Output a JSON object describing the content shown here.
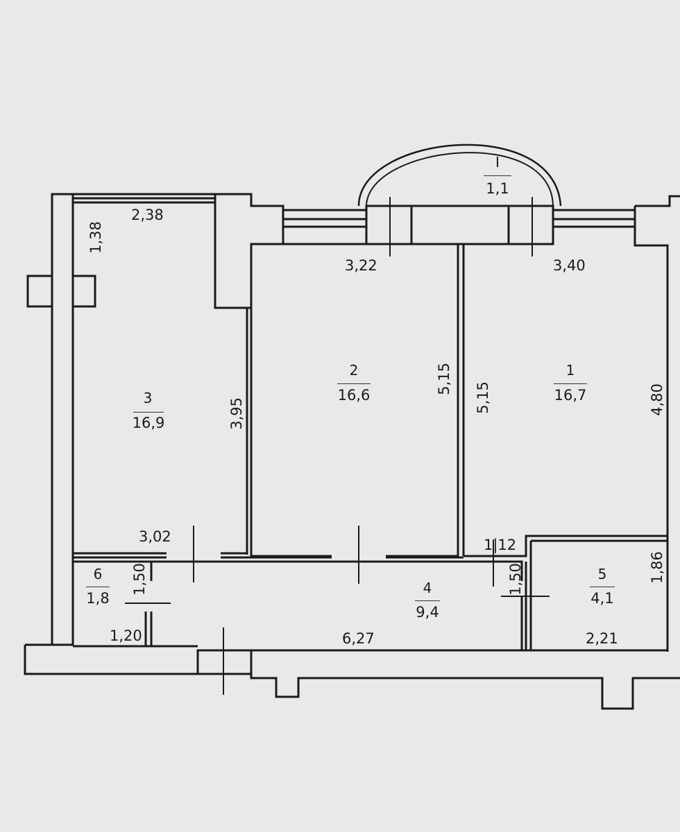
{
  "plan": {
    "colors": {
      "paper": "#e9e9e7",
      "wall": "#1a1a1a"
    },
    "rooms": [
      {
        "id": "1",
        "number": "1",
        "area": "16,7"
      },
      {
        "id": "2",
        "number": "2",
        "area": "16,6"
      },
      {
        "id": "3",
        "number": "3",
        "area": "16,9"
      },
      {
        "id": "4",
        "number": "4",
        "area": "9,4"
      },
      {
        "id": "5",
        "number": "5",
        "area": "4,1"
      },
      {
        "id": "6",
        "number": "6",
        "area": "1,8"
      },
      {
        "id": "balcony",
        "number": "I",
        "area": "1,1"
      }
    ],
    "dimensions": {
      "d_2_38": "2,38",
      "d_1_38": "1,38",
      "d_3_22": "3,22",
      "d_3_40": "3,40",
      "d_3_95": "3,95",
      "d_5_15_a": "5,15",
      "d_5_15_b": "5,15",
      "d_4_80": "4,80",
      "d_3_02": "3,02",
      "d_1_12": "1|12",
      "d_1_50_a": "1,50",
      "d_1_50_b": "1,50",
      "d_1_86": "1,86",
      "d_1_20": "1,20",
      "d_6_27": "6,27",
      "d_2_21": "2,21"
    }
  }
}
